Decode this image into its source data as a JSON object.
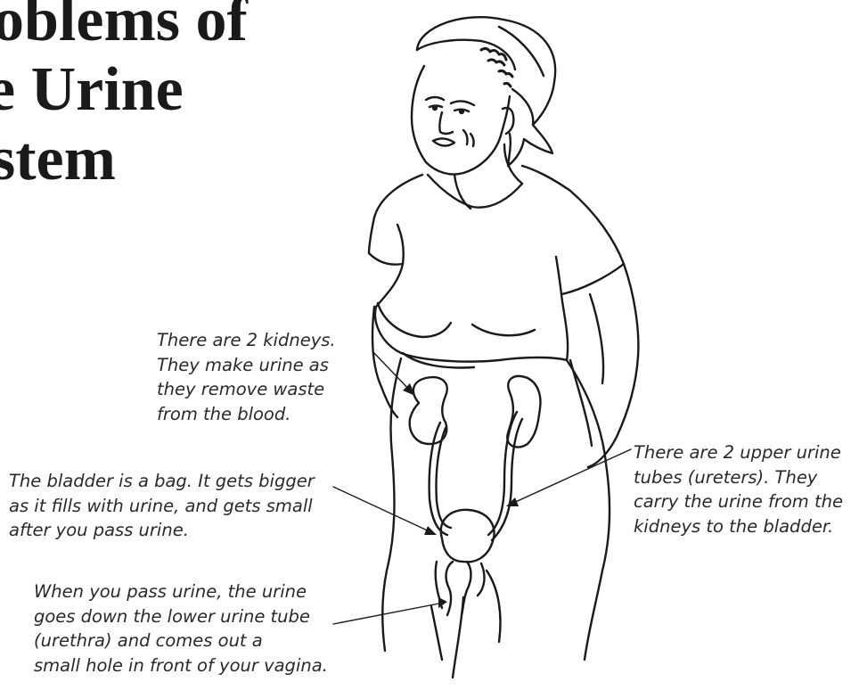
{
  "page": {
    "title_lines": [
      "oblems of",
      "e Urine",
      "stem"
    ]
  },
  "captions": {
    "kidneys": [
      "There are 2 kidneys.",
      "They make urine as",
      "they remove waste",
      "from the blood."
    ],
    "bladder": [
      "The bladder is a bag. It gets bigger",
      "as it fills with urine, and gets small",
      "after you pass urine."
    ],
    "ureters": [
      "There are 2 upper urine",
      "tubes (ureters). They",
      "carry the urine from the",
      "kidneys to the bladder."
    ],
    "urethra": [
      "When you pass urine, the urine",
      "goes down the lower urine tube",
      "(urethra) and comes out a",
      "small hole in front of your vagina."
    ]
  },
  "illustration": {
    "subject": "woman-with-urinary-system",
    "line_color": "#1a1a1a"
  }
}
